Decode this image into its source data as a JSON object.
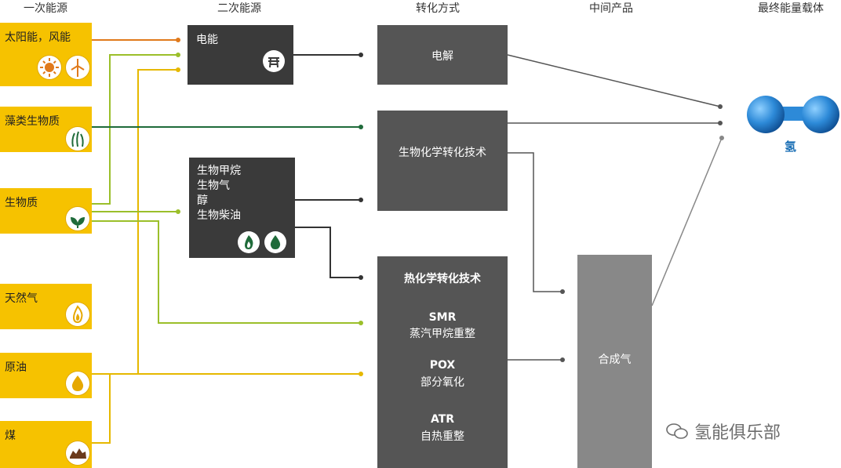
{
  "columns": {
    "primary": "一次能源",
    "secondary": "二次能源",
    "conversion": "转化方式",
    "intermediate": "中间产品",
    "final": "最终能量载体"
  },
  "primary_sources": [
    {
      "label": "太阳能，风能",
      "icons": [
        "sun-icon",
        "wind-turbine-icon"
      ]
    },
    {
      "label": "藻类生物质",
      "icons": [
        "algae-icon"
      ]
    },
    {
      "label": "生物质",
      "icons": [
        "leaf-icon"
      ]
    },
    {
      "label": "天然气",
      "icons": [
        "flame-icon"
      ]
    },
    {
      "label": "原油",
      "icons": [
        "oil-drop-icon"
      ]
    },
    {
      "label": "煤",
      "icons": [
        "coal-icon"
      ]
    }
  ],
  "secondary": {
    "electricity": {
      "label": "电能",
      "icon": "power-line-icon"
    },
    "biofuels": {
      "lines": [
        "生物甲烷",
        "生物气",
        "醇",
        "生物柴油"
      ],
      "icons": [
        "flame-icon",
        "drop-icon"
      ]
    }
  },
  "conversion": {
    "electrolysis": "电解",
    "biochemical": "生物化学转化技术",
    "thermochemical": {
      "title": "热化学转化技术",
      "methods": [
        {
          "abbr": "SMR",
          "name": "蒸汽甲烷重整"
        },
        {
          "abbr": "POX",
          "name": "部分氧化"
        },
        {
          "abbr": "ATR",
          "name": "自热重整"
        }
      ]
    }
  },
  "intermediate": {
    "syngas": "合成气"
  },
  "final": {
    "label": "氢",
    "icon": "hydrogen-molecule-icon"
  },
  "watermark": "氢能俱乐部",
  "colors": {
    "source_fill": "#f6c200",
    "dark_box": "#3a3a3a",
    "mid_box": "#555555",
    "light_box": "#888888",
    "solar_line": "#e07a1c",
    "bio_line": "#9bbf2a",
    "algae_line": "#1f6b3a",
    "fossil_line": "#e6b800",
    "gray_line": "#555555",
    "hydrogen": "#1b6fb5"
  }
}
